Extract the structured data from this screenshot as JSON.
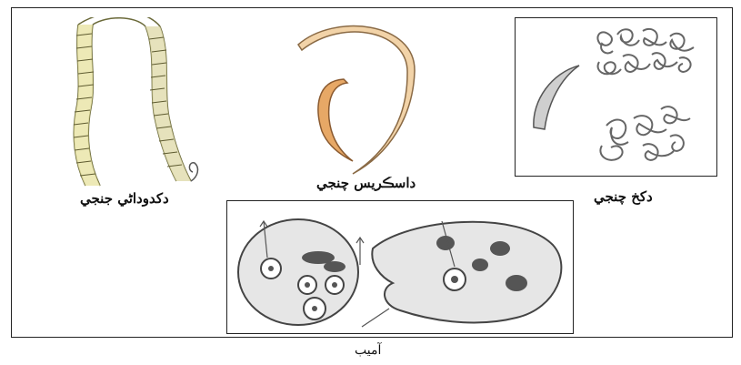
{
  "figure": {
    "labels": {
      "tapeworm": "دکدوداڻي جنجي",
      "ascaris": "داسڪريس چنجي",
      "hookworm": "دکخ چنجي"
    },
    "caption": "آميب"
  }
}
